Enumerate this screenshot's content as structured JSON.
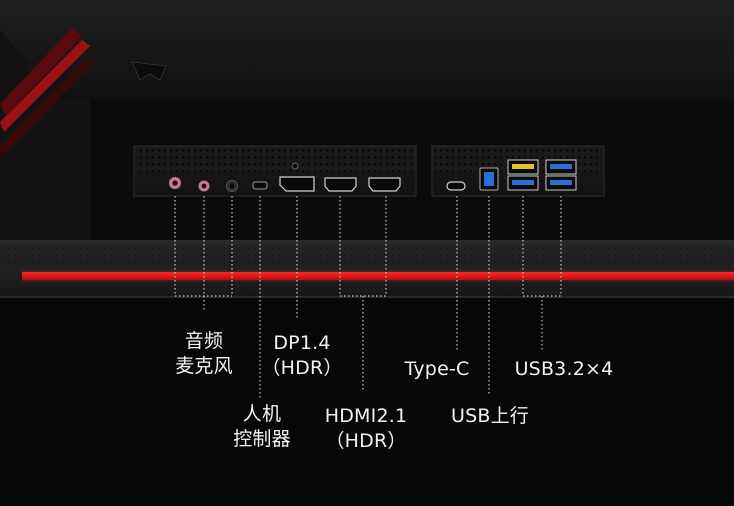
{
  "ports": [
    {
      "id": "audio",
      "lines": [
        "音频",
        "麦克风"
      ]
    },
    {
      "id": "dp",
      "lines": [
        "DP1.4",
        "（HDR）"
      ]
    },
    {
      "id": "type_c",
      "lines": [
        "Type-C"
      ]
    },
    {
      "id": "usb_hub",
      "lines": [
        "USB3.2×4"
      ]
    },
    {
      "id": "controller",
      "lines": [
        "人机",
        "控制器"
      ]
    },
    {
      "id": "hdmi",
      "lines": [
        "HDMI2.1",
        "（HDR）"
      ]
    },
    {
      "id": "usb_up",
      "lines": [
        "USB上行"
      ]
    }
  ],
  "colors": {
    "accent_red": "#e0141a",
    "usb3_blue": "#2a6fd6",
    "usb_yellow": "#e8c21e",
    "audio_pink": "#d98aa0",
    "leader_line": "#bdbdbd"
  }
}
